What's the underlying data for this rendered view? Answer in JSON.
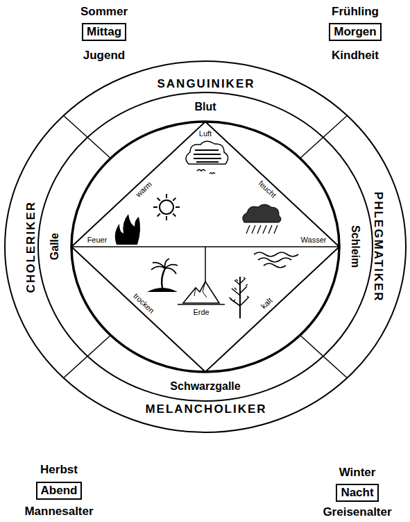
{
  "diagram": {
    "nodes": [
      {
        "text": [
          "Mittag"
        ]
      },
      {
        "text": [
          "Morgen"
        ]
      },
      {
        "text": [
          "Abend"
        ]
      },
      {
        "text": [
          "Nacht"
        ]
      }
    ],
    "labels": [
      "Sommer",
      "Jugend",
      "Frühling",
      "Kindheit",
      "SANGUINIKER",
      "Blut",
      "Luft",
      "warm",
      "feucht",
      "CHOLERIKER",
      "Galle",
      "Feuer",
      "Wasser",
      "Schleim",
      "PHLEGMATIKER",
      "trocken",
      "Erde",
      "kalt",
      "Schwarzgalle",
      "MELANCHOLIKER",
      "Herbst",
      "Mannesalter",
      "Winter",
      "Greisenalter"
    ]
  }
}
